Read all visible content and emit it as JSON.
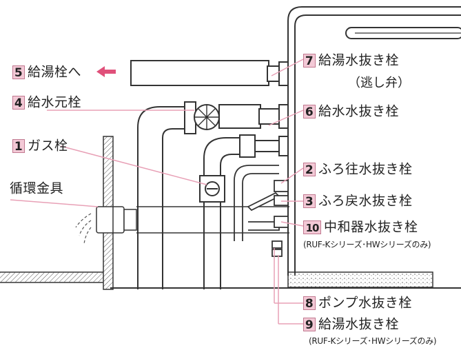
{
  "labels": {
    "l5": {
      "num": "5",
      "text": "給湯栓へ"
    },
    "l4": {
      "num": "4",
      "text": "給水元栓"
    },
    "l1": {
      "num": "1",
      "text": "ガス栓"
    },
    "circ": {
      "text": "循環金具"
    },
    "l7": {
      "num": "7",
      "text": "給湯水抜き栓",
      "sub": "（逃し弁）"
    },
    "l6": {
      "num": "6",
      "text": "給水水抜き栓"
    },
    "l2": {
      "num": "2",
      "text": "ふろ往水抜き栓"
    },
    "l3": {
      "num": "3",
      "text": "ふろ戻水抜き栓"
    },
    "l10": {
      "num": "10",
      "text": "中和器水抜き栓",
      "sub": "(RUF-Kシリーズ･HWシリーズのみ)"
    },
    "l8": {
      "num": "8",
      "text": "ポンプ水抜き栓"
    },
    "l9": {
      "num": "9",
      "text": "給湯水抜き栓",
      "sub": "(RUF-Kシリーズ･HWシリーズのみ)"
    }
  },
  "colors": {
    "leader": "#e8a0b6",
    "line": "#333333",
    "arrow": "#e0507a",
    "badge": "#f3c9d6"
  }
}
